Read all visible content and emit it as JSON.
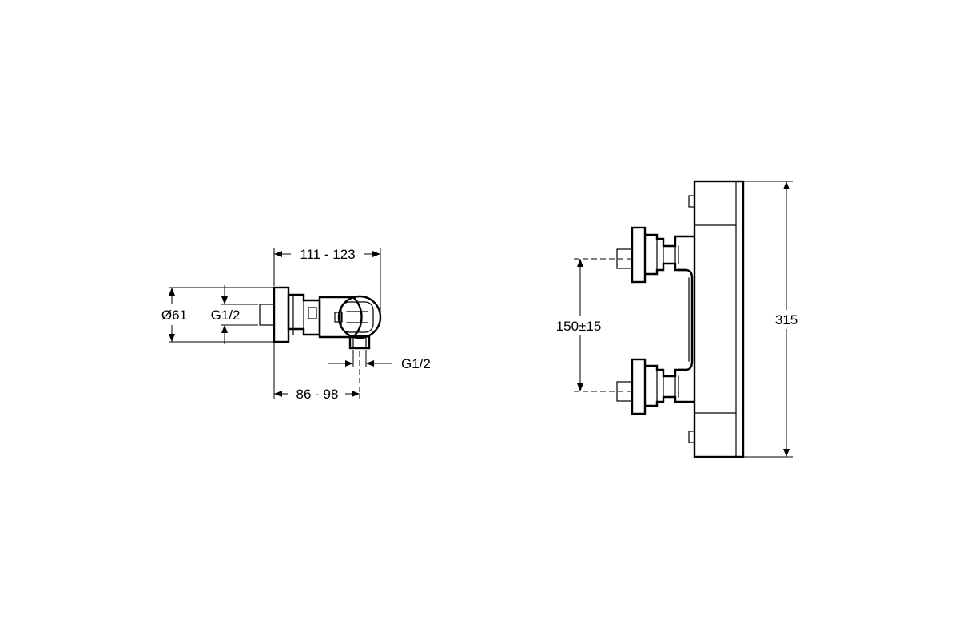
{
  "side_view": {
    "dim_depth_max": "111 - 123",
    "dim_depth_min": "86 - 98",
    "dim_flange_diameter": "Ø61",
    "dim_inlet_thread": "G1/2",
    "dim_outlet_thread": "G1/2"
  },
  "front_view": {
    "dim_center_distance": "150±15",
    "dim_height": "315"
  }
}
